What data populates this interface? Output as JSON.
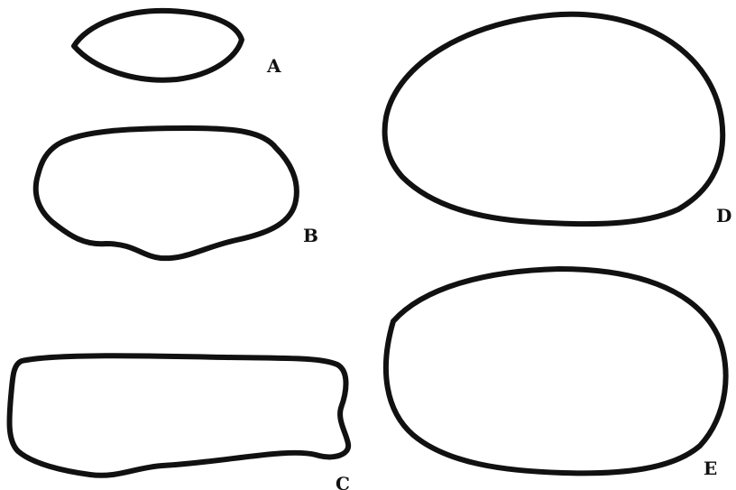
{
  "figure": {
    "shapes": [
      {
        "id": "A",
        "label": "A"
      },
      {
        "id": "B",
        "label": "B"
      },
      {
        "id": "C",
        "label": "C"
      },
      {
        "id": "D",
        "label": "D"
      },
      {
        "id": "E",
        "label": "E"
      }
    ]
  }
}
